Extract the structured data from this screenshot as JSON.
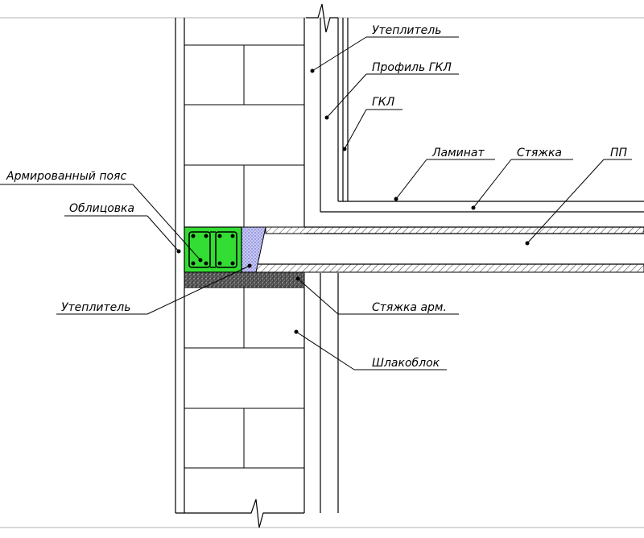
{
  "diagram": {
    "labels": {
      "insulation_top": "Утеплитель",
      "gkl_profile": "Профиль ГКЛ",
      "gkl": "ГКЛ",
      "laminate": "Ламинат",
      "screed": "Стяжка",
      "pp": "ПП",
      "reinforced_belt": "Армированный пояс",
      "cladding": "Облицовка",
      "insulation_left": "Утеплитель",
      "reinforced_screed": "Стяжка арм.",
      "cinder_block": "Шлакоблок"
    },
    "colors": {
      "belt_fill": "#33dd33",
      "insulation_fill": "#a9a9ee",
      "screed_fill": "#555555",
      "line": "#000000"
    }
  }
}
